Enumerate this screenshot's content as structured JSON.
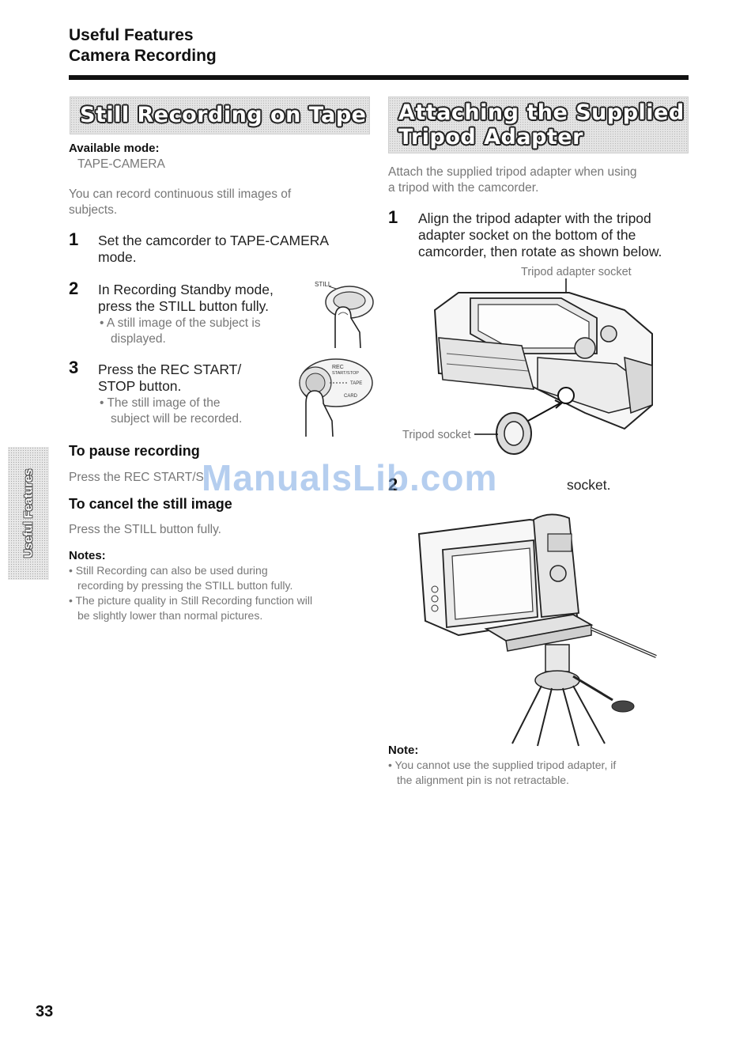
{
  "header": {
    "section": "Useful Features",
    "subsection": "Camera Recording"
  },
  "left": {
    "banner": "Still Recording on Tape",
    "available_mode_label": "Available mode:",
    "available_mode_value": "TAPE-CAMERA",
    "intro": [
      "You can record continuous still images of",
      "subjects."
    ],
    "step1_num": "1",
    "step1_text": [
      "Set the camcorder to TAPE-CAMERA",
      "mode."
    ],
    "step2_num": "2",
    "step2_text": [
      "In Recording Standby mode,",
      "press the STILL button fully."
    ],
    "step2_bullet": [
      "• A still image of the subject is",
      "displayed."
    ],
    "step2_fig_label": "STILL",
    "step3_num": "3",
    "step3_text": [
      "Press the REC START/",
      "STOP button."
    ],
    "step3_bullet": [
      "• The still image of the",
      "subject will be recorded."
    ],
    "step3_fig_labels": {
      "rec": "REC",
      "startstop": "START/STOP",
      "tape": "TAPE",
      "card": "CARD"
    },
    "pause_heading": "To pause recording",
    "pause_text": "Press the REC START/S",
    "cancel_heading": "To cancel the still image",
    "cancel_text": "Press the STILL button fully.",
    "notes_label": "Notes:",
    "notes": [
      [
        "• Still Recording can also be used during",
        "recording by pressing the STILL button fully."
      ],
      [
        "• The picture quality in Still Recording function will",
        "be slightly lower than normal pictures."
      ]
    ]
  },
  "right": {
    "banner": [
      "Attaching the Supplied",
      "Tripod Adapter"
    ],
    "intro": [
      "Attach the supplied tripod adapter when using",
      "a tripod with the camcorder."
    ],
    "step1_num": "1",
    "step1_text": [
      "Align the tripod adapter with the tripod",
      "adapter socket on the bottom of the",
      "camcorder, then rotate as shown below."
    ],
    "fig1_label_top": "Tripod adapter socket",
    "fig1_label_left": "Tripod socket",
    "step2_num": "2",
    "step2_text_end": "socket.",
    "note_label": "Note:",
    "note": [
      "• You cannot use the supplied tripod adapter, if",
      "the alignment pin is not retractable."
    ]
  },
  "side_tab": "Useful Features",
  "watermark": "ManualsLib.com",
  "page_number": "33"
}
